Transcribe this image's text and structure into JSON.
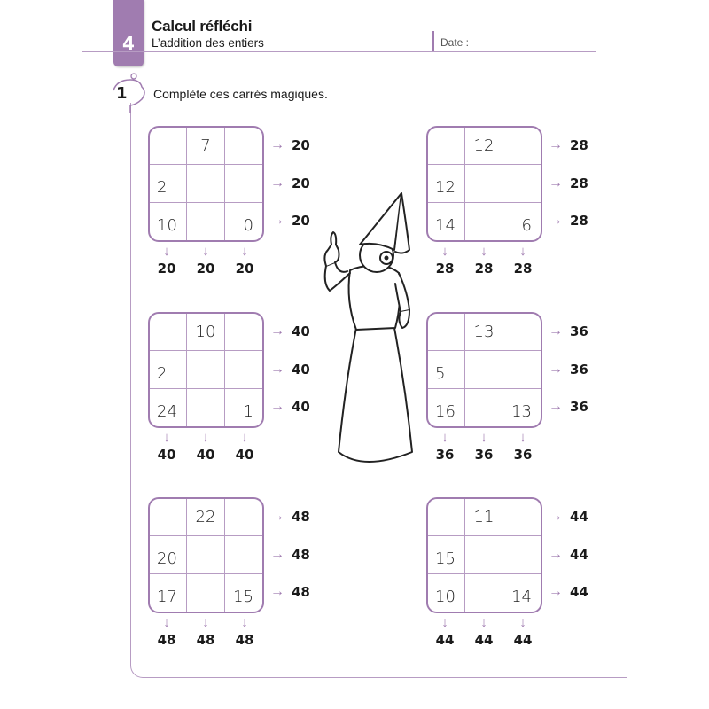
{
  "header": {
    "chapter_number": "4",
    "title": "Calcul réfléchi",
    "subtitle": "L’addition des entiers",
    "date_label": "Date :"
  },
  "exercise": {
    "number": "1",
    "instruction": "Complète ces carrés magiques."
  },
  "colors": {
    "accent": "#a07cb0",
    "grid_line": "#b79cc3"
  },
  "magic_squares": [
    {
      "sum": "20",
      "cells": [
        "",
        "7",
        "",
        "2",
        "",
        "",
        "10",
        "",
        "0"
      ]
    },
    {
      "sum": "28",
      "cells": [
        "",
        "12",
        "",
        "12",
        "",
        "",
        "14",
        "",
        "6"
      ]
    },
    {
      "sum": "40",
      "cells": [
        "",
        "10",
        "",
        "2",
        "",
        "",
        "24",
        "",
        "1"
      ]
    },
    {
      "sum": "36",
      "cells": [
        "",
        "13",
        "",
        "5",
        "",
        "",
        "16",
        "",
        "13"
      ]
    },
    {
      "sum": "48",
      "cells": [
        "",
        "22",
        "",
        "20",
        "",
        "",
        "17",
        "",
        "15"
      ]
    },
    {
      "sum": "44",
      "cells": [
        "",
        "11",
        "",
        "15",
        "",
        "",
        "10",
        "",
        "14"
      ]
    }
  ],
  "illustration": "character-with-pointed-hat-icon",
  "arrow_right": "→",
  "arrow_down": "↓"
}
